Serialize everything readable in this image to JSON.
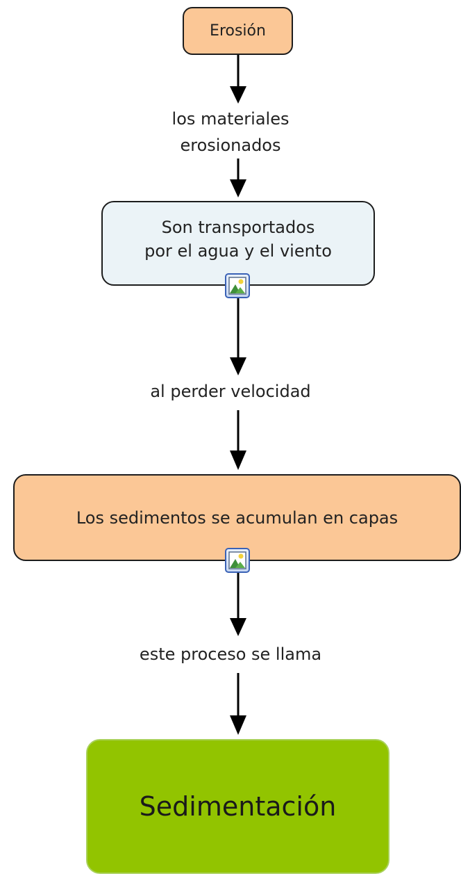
{
  "nodes": {
    "erosion": "Erosión",
    "transport_line1": "Son transportados",
    "transport_line2": "por el agua y el viento",
    "accumulate": "Los sedimentos se acumulan en capas",
    "sedimentation": "Sedimentación"
  },
  "links": {
    "link1_line1": "los materiales",
    "link1_line2": "erosionados",
    "link2": "al perder velocidad",
    "link3": "este proceso se llama"
  },
  "icons": {
    "attachment": "image-attachment-icon"
  },
  "colors": {
    "peach_node": "#fbc796",
    "light_node": "#ebf3f7",
    "green_node": "#92c400",
    "border": "#1c1c1c",
    "arrow": "#000000"
  }
}
